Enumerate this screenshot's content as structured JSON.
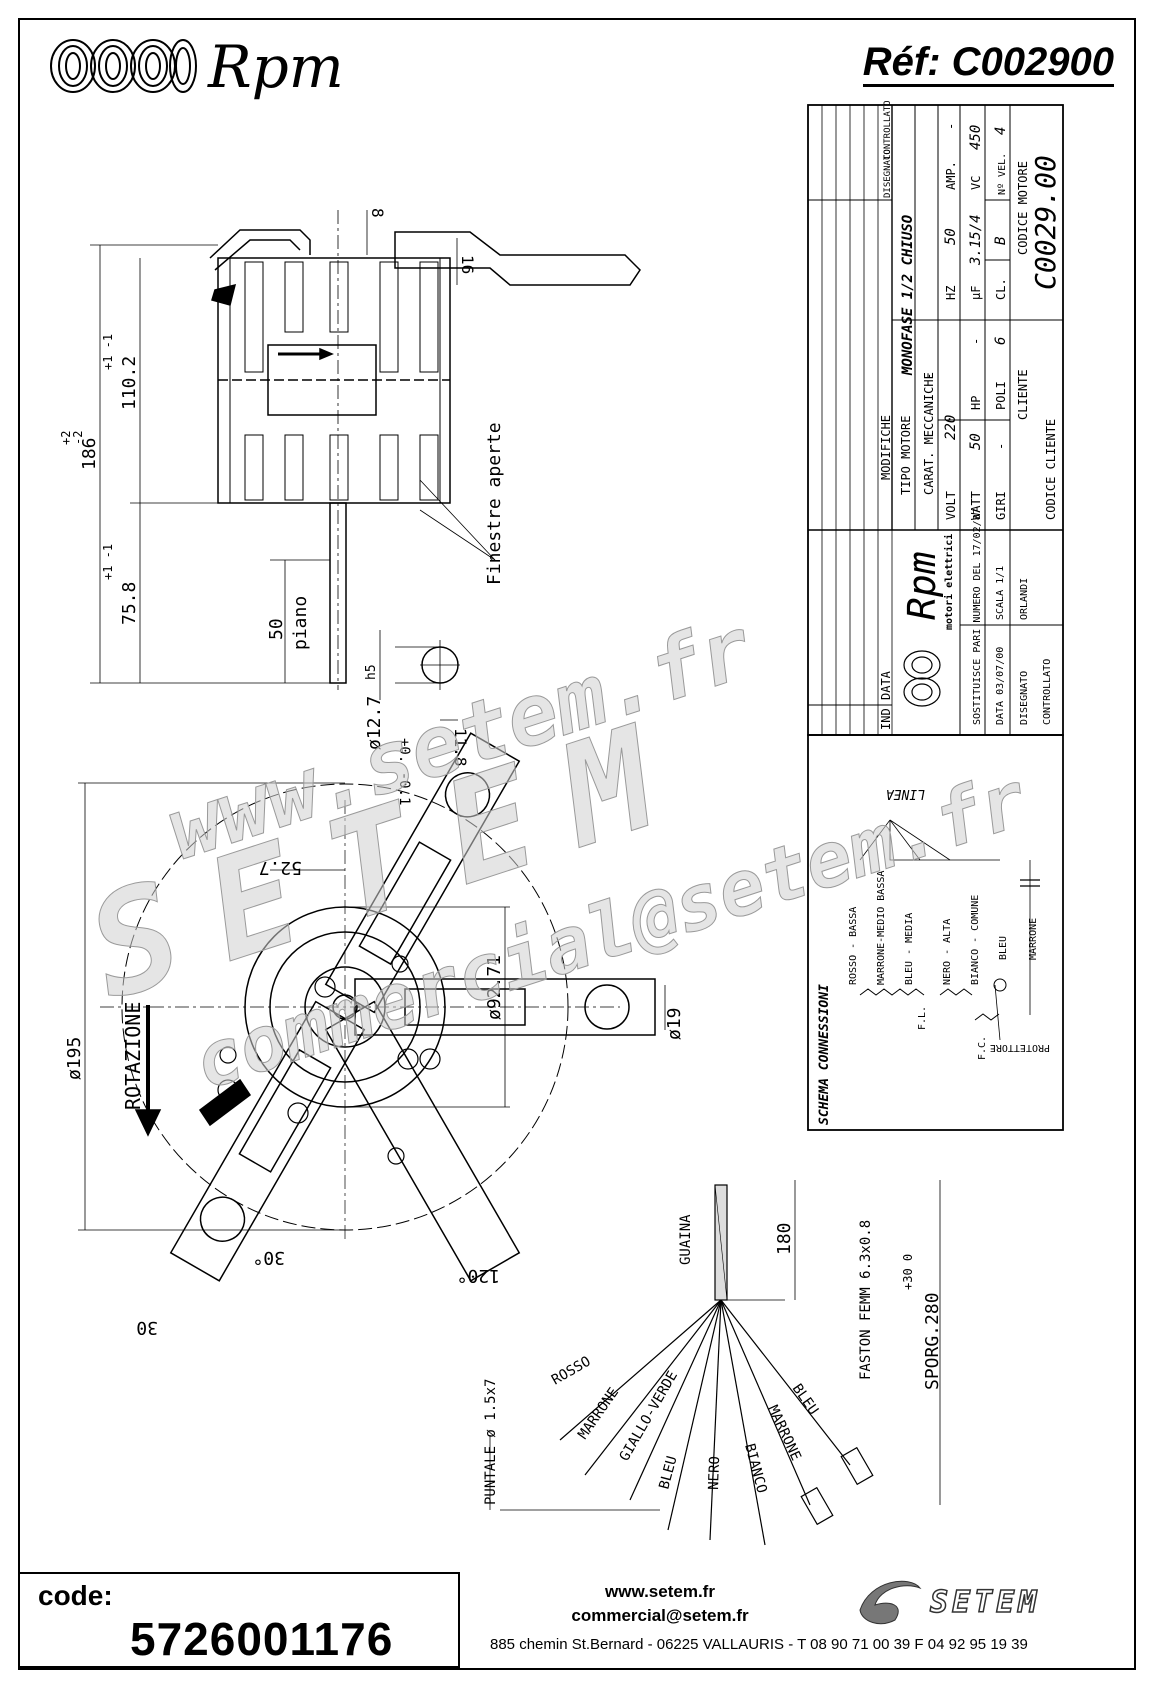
{
  "header": {
    "brand": "Rpm",
    "reference": "Réf:  C002900"
  },
  "drawing": {
    "dim_186": "186",
    "dim_186_tol_plus": "+2",
    "dim_186_tol_minus": "-2",
    "dim_110": "110.2",
    "dim_110_tol": "+1 -1",
    "dim_75": "75.8",
    "dim_75_tol": "+1 -1",
    "dim_50": "50",
    "piano": "piano",
    "dim_8": "8",
    "dim_16": "16",
    "dim_h5": "h5",
    "dim_shaft": "ø12.7",
    "dim_shaft_tol": "+0. -0.1",
    "dim_11": "11.8",
    "finestre": "Finestre aperte",
    "dim_195": "ø195",
    "dim_52": "52.7",
    "dim_92": "ø92.71",
    "dim_19": "ø19",
    "dim_30a": "30°",
    "dim_120": "120°",
    "dim_30b": "30",
    "rotazione": "ROTAZIONE",
    "guaina": "GUAINA",
    "dim_180": "180",
    "faston": "FASTON FEMM 6.3x0.8",
    "sporg": "SPORG.280",
    "sporg_tol": "+30 0",
    "puntale": "PUNTALE ø 1.5x7",
    "wires": [
      "ROSSO",
      "MARRONE",
      "GIALLO-VERDE",
      "BLEU",
      "NERO",
      "BIANCO",
      "MARRONE",
      "BLEU"
    ]
  },
  "title_block": {
    "disegnato_hdr": "DISEGNATO",
    "controllato_hdr": "CONTROLLATO",
    "tipo_motore_label": "TIPO MOTORE",
    "tipo_motore": "MONOFASE 1/2 CHIUSO",
    "carat_label": "CARAT. MECCANICHE",
    "carat_value": "-",
    "volt_label": "VOLT",
    "volt": "220",
    "hz_label": "HZ",
    "hz": "50",
    "amp_label": "AMP.",
    "amp": "-",
    "watt_label": "WATT",
    "watt": "50",
    "hp_label": "HP",
    "hp": "-",
    "uf_label": "µF",
    "uf": "3.15/4",
    "vc_label": "VC",
    "vc": "450",
    "giri_label": "GIRI",
    "giri": "-",
    "poli_label": "POLI",
    "poli": "6",
    "cl_label": "CL.",
    "cl": "B",
    "nvel_label": "Nº VEL.",
    "nvel": "4",
    "cliente_label": "CLIENTE",
    "codice_motore_label": "CODICE MOTORE",
    "codice_motore": "C0029.00",
    "codice_cliente_label": "CODICE CLIENTE",
    "modifiche": "MODIFICHE",
    "ind": "IND",
    "data_hdr": "DATA",
    "company": "Rpm",
    "company_sub": "motori elettrici",
    "sostituisce": "SOSTITUISCE PARI NUMERO DEL 17/02/87",
    "data": "DATA 03/07/00",
    "scala": "SCALA 1/1",
    "disegnato": "DISEGNATO",
    "orlandi": "ORLANDI",
    "controllato": "CONTROLLATO"
  },
  "schema": {
    "title": "SCHEMA CONNESSIONI",
    "linea": "LINEA",
    "labels": [
      "ROSSO - BASSA",
      "MARRONE-MEDIO BASSA",
      "BLEU - MEDIA",
      "NERO - ALTA",
      "BIANCO - COMUNE",
      "BLEU",
      "MARRONE"
    ],
    "fl": "F.L.",
    "fc": "F.C.",
    "protettore": "PROTETTORE"
  },
  "watermark": {
    "line1": "www.setem.fr",
    "line2": "SETEM",
    "line3": "commercial@setem.fr"
  },
  "footer": {
    "code_label": "code:",
    "code_value": "5726001176",
    "web": "www.setem.fr",
    "email": "commercial@setem.fr",
    "address": "885 chemin St.Bernard  -  06225 VALLAURIS  -  T 08 90 71 00 39   F 04 92 95 19 39",
    "setem_logo": "SETEM"
  }
}
